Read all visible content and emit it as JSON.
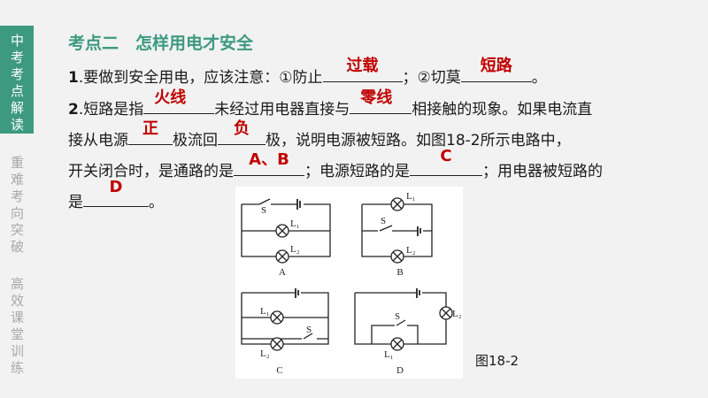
{
  "sidebar": {
    "items": [
      {
        "label": "中考考点解读",
        "active": true
      },
      {
        "label": "重难考向突破",
        "active": false
      },
      {
        "label": "高效课堂训练",
        "active": false
      }
    ]
  },
  "title": "考点二　怎样用电才安全",
  "q1": {
    "num": "1",
    "t1": ".要做到安全用电，应该注意：①防止",
    "a1": "过载",
    "t2": "；②切莫",
    "a2": "短路",
    "t3": "。"
  },
  "q2": {
    "num": "2",
    "t1": ".短路是指",
    "a1": "火线",
    "t2": "未经过用电器直接与",
    "a2": "零线",
    "t3": "相接触的现象。如果电流直",
    "t4": "接从电源",
    "a3": "正",
    "t5": "极流回",
    "a4": "负",
    "t6": "极，说明电源被短路。如图18-2所示电路中，",
    "t7": "开关闭合时，是通路的是",
    "a5": "A、B",
    "t8": "；电源短路的是",
    "a6": "C",
    "t9": "；用电器被短路的",
    "t10": "是",
    "a7": "D",
    "t11": "。"
  },
  "figure": {
    "caption": "图18-2",
    "labels": {
      "A": "A",
      "B": "B",
      "C": "C",
      "D": "D",
      "S": "S",
      "L1": "L1",
      "L2": "L2"
    }
  },
  "colors": {
    "accent": "#3d9a80",
    "answer": "#c00000"
  }
}
